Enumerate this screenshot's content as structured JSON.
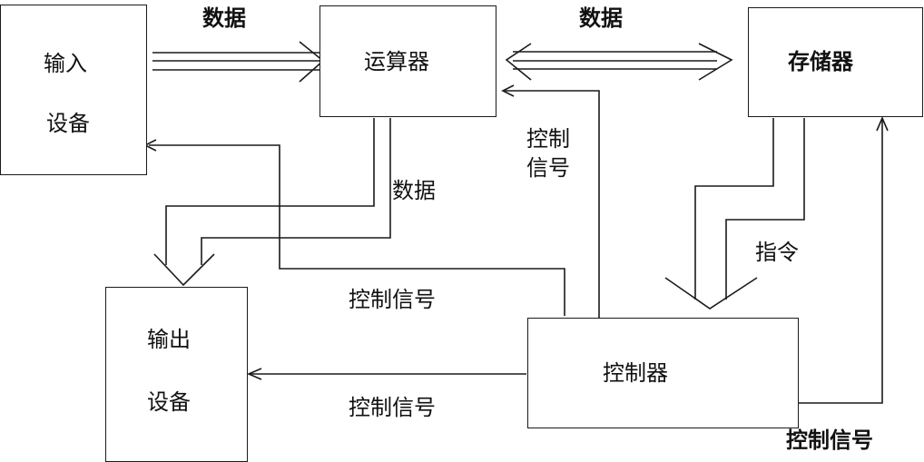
{
  "units": {
    "input": {
      "line1": "输入",
      "line2": "设备"
    },
    "alu": {
      "label": "运算器"
    },
    "memory": {
      "label": "存储器"
    },
    "output": {
      "line1": "输出",
      "line2": "设备"
    },
    "controller": {
      "label": "控制器"
    }
  },
  "flows": {
    "data_input_to_alu": "数据",
    "data_alu_memory": "数据",
    "data_alu_to_output": "数据",
    "instruction": "指令",
    "control_to_alu": {
      "line1": "控制",
      "line2": "信号"
    },
    "control_to_input": "控制信号",
    "control_to_output": "控制信号",
    "control_to_memory": "控制信号"
  }
}
